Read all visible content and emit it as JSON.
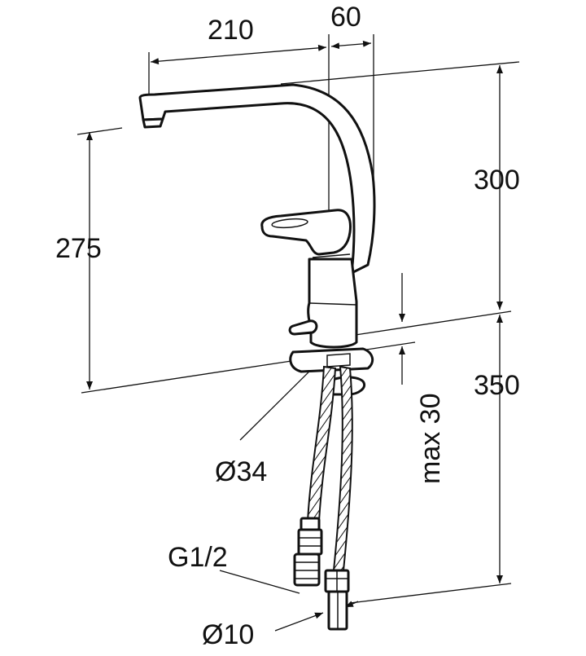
{
  "dimensions": {
    "spout_reach": "210",
    "offset": "60",
    "height_above_deck": "300",
    "spout_outlet_height": "275",
    "hose_length": "350",
    "deck_thickness": "max 30",
    "hole_diameter": "Ø34",
    "thread": "G1/2",
    "pipe_diameter": "Ø10"
  },
  "colors": {
    "line": "#111111",
    "background": "#ffffff"
  }
}
